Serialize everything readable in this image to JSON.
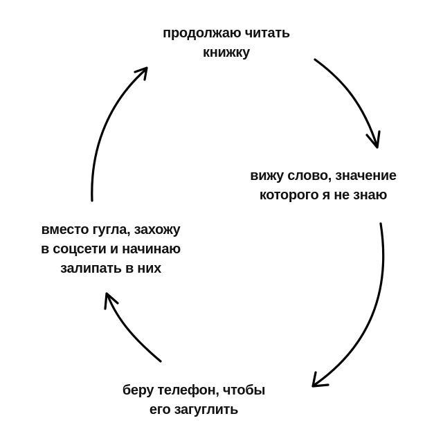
{
  "nodes": {
    "top": [
      "продолжаю читать",
      "книжку"
    ],
    "right": [
      "вижу слово, значение",
      "которого я не знаю"
    ],
    "bottom": [
      "беру телефон, чтобы",
      "его загуглить"
    ],
    "left": [
      "вместо гугла, захожу",
      "в соцсети и начинаю",
      "залипать в них"
    ]
  }
}
